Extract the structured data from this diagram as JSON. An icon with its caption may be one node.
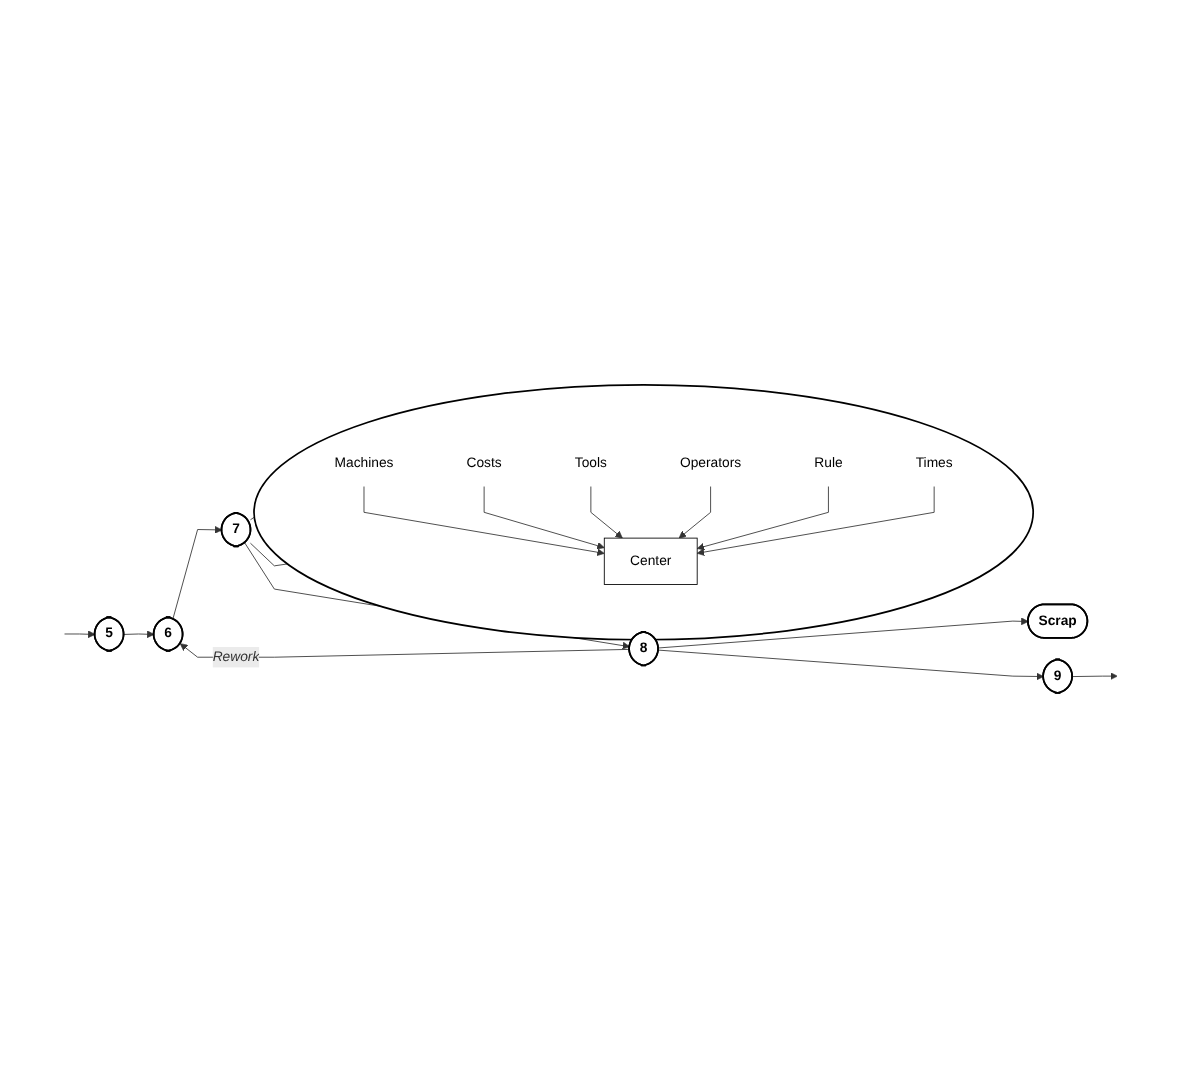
{
  "diagram": {
    "nodes": [
      {
        "text": [
          "5"
        ]
      },
      {
        "text": [
          "6"
        ]
      },
      {
        "text": [
          "7"
        ]
      },
      {
        "text": [
          "8"
        ]
      },
      {
        "text": [
          "Scrap"
        ]
      },
      {
        "text": [
          "9"
        ]
      },
      {
        "text": [],
        "shape": "ellipse"
      },
      {
        "text": [
          "Center"
        ],
        "in": 6
      },
      {
        "text": [
          "Machines"
        ],
        "in": 6
      },
      {
        "text": [
          "Costs"
        ],
        "in": 6
      },
      {
        "text": [
          "Tools"
        ],
        "in": 6
      },
      {
        "text": [
          "Operators"
        ],
        "in": 6
      },
      {
        "text": [
          "Rule"
        ],
        "in": 6
      },
      {
        "text": [
          "Times"
        ],
        "in": 6
      }
    ],
    "edges": [
      {
        "from": null,
        "to": 0,
        "arrow": "to"
      },
      {
        "from": 0,
        "to": 1,
        "arrow": "to"
      },
      {
        "from": 1,
        "to": 2,
        "arrow": "to"
      },
      {
        "from": 2,
        "to": 3,
        "arrow": "to"
      },
      {
        "from": 3,
        "to": 1,
        "arrow": "to",
        "label": "Rework"
      },
      {
        "from": 3,
        "to": 4,
        "arrow": "to"
      },
      {
        "from": 3,
        "to": 5,
        "arrow": "to"
      },
      {
        "from": 5,
        "to": null,
        "arrow": "to"
      },
      {
        "from": 2,
        "to": 6,
        "arrow": "none"
      },
      {
        "from": 2,
        "to": 6,
        "arrow": "none"
      },
      {
        "from": 8,
        "to": 7,
        "arrow": "to"
      },
      {
        "from": 9,
        "to": 7,
        "arrow": "to"
      },
      {
        "from": 10,
        "to": 7,
        "arrow": "to"
      },
      {
        "from": 11,
        "to": 7,
        "arrow": "to"
      },
      {
        "from": 12,
        "to": 7,
        "arrow": "to"
      },
      {
        "from": 13,
        "to": 7,
        "arrow": "to"
      }
    ]
  }
}
